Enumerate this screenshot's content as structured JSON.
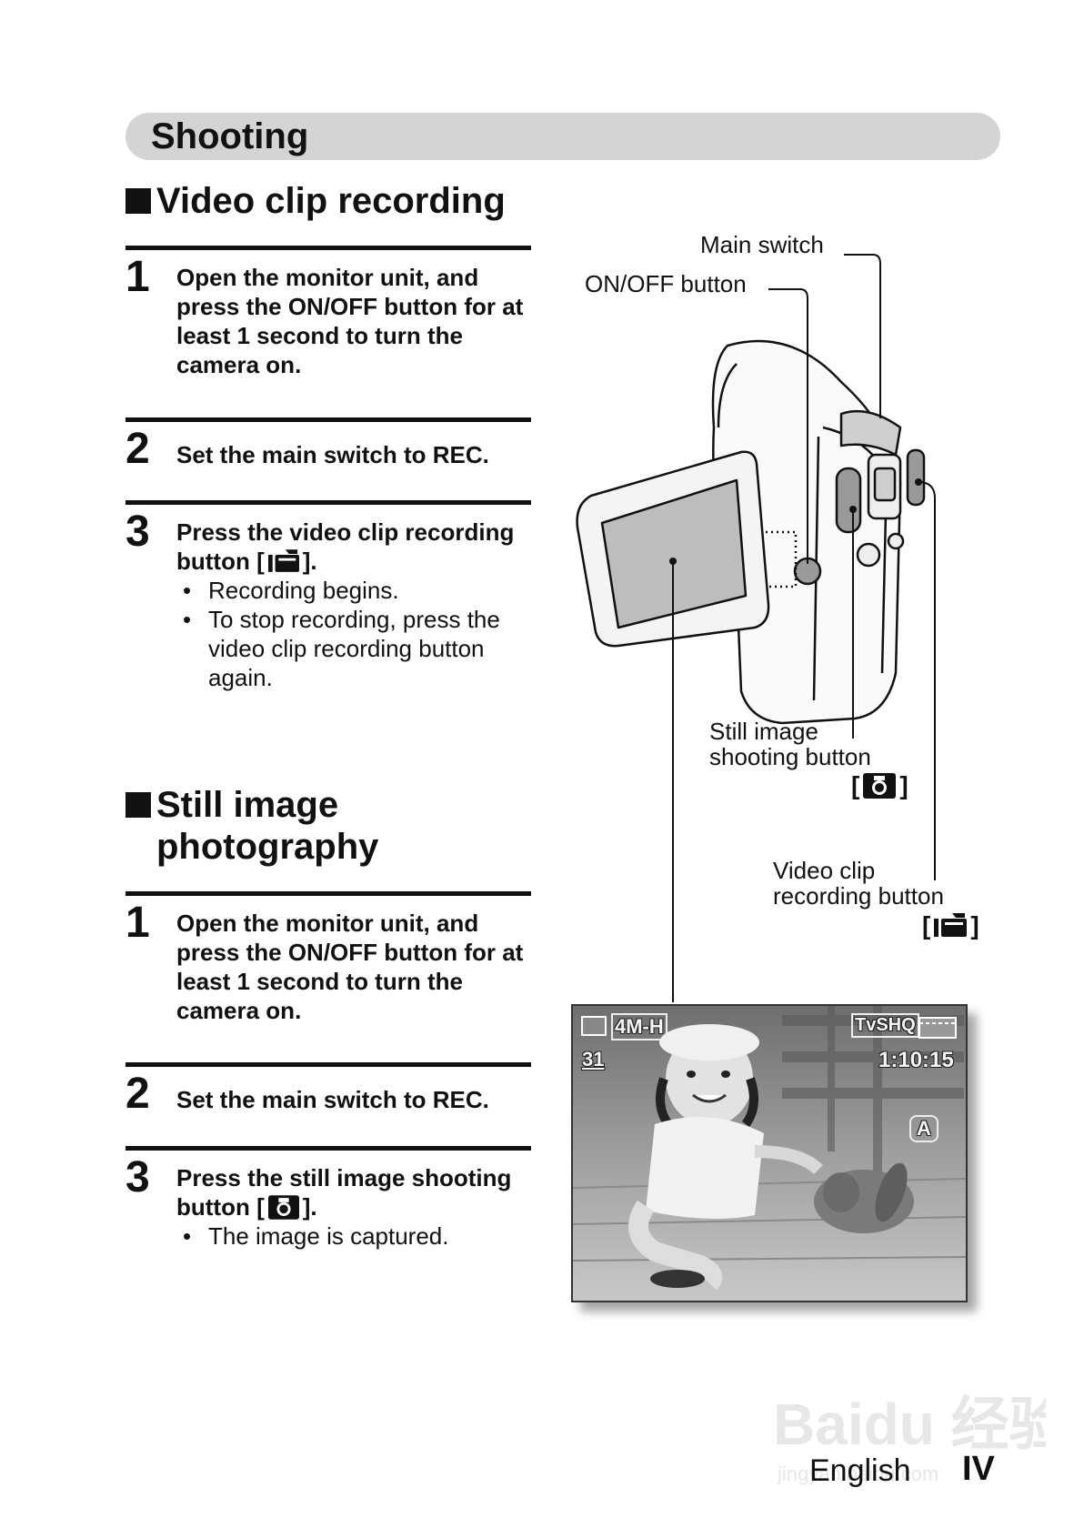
{
  "header": {
    "title": "Shooting"
  },
  "video_section": {
    "heading": "Video clip recording",
    "steps": [
      {
        "num": "1",
        "text": "Open the monitor unit, and press the ON/OFF button for at least 1 second to turn the camera on."
      },
      {
        "num": "2",
        "text": "Set the main switch to REC."
      },
      {
        "num": "3",
        "text_before_icon": "Press the video clip recording button [",
        "text_after_icon": "].",
        "bullets": [
          "Recording begins.",
          "To stop recording, press the video clip recording button again."
        ]
      }
    ]
  },
  "still_section": {
    "heading_line1": "Still image",
    "heading_line2": "photography",
    "steps": [
      {
        "num": "1",
        "text": "Open the monitor unit, and press the ON/OFF button for at least 1 second to turn the camera on."
      },
      {
        "num": "2",
        "text": "Set the main switch to REC."
      },
      {
        "num": "3",
        "text_before_icon": "Press the still image shooting button [",
        "text_after_icon": "].",
        "bullets": [
          "The image is captured."
        ]
      }
    ]
  },
  "diagram": {
    "main_switch": "Main switch",
    "onoff_button": "ON/OFF button",
    "still_button_line1": "Still image",
    "still_button_line2": "shooting button",
    "video_button_line1": "Video clip",
    "video_button_line2": "recording button",
    "bracket_open": "[",
    "bracket_close": "]",
    "icons": [
      "camera-icon",
      "video-clip-icon"
    ]
  },
  "screen_display": {
    "mode": "4M-H",
    "remaining_shots": "31",
    "video_mode": "TvSHQ",
    "time": "1:10:15",
    "stabilizer": "A"
  },
  "footer": {
    "language": "English",
    "page": "IV"
  },
  "watermark": {
    "text": "Baidu 经验",
    "url": "jingyan.baidu.com"
  }
}
